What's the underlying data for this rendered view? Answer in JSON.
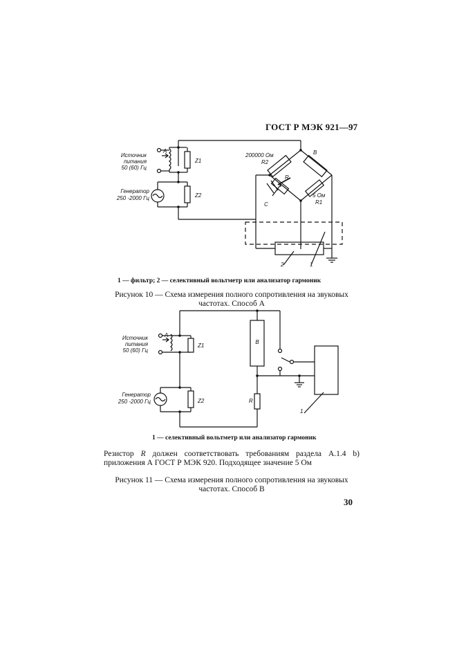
{
  "header": "ГОСТ Р МЭК 921—97",
  "figure10": {
    "source_label": "Источник питания 50 (60) Гц",
    "source_line1": "Источник",
    "source_line2": "питания",
    "source_line3": "50 (60) Гц",
    "tap_label": "A",
    "generator_line1": "Генератор",
    "generator_line2": "250 -2000 Гц",
    "z1": "Z1",
    "z2": "Z2",
    "r2_value": "200000 Ом",
    "r2_name": "R2",
    "b_label": "B",
    "r_label": "R",
    "c_label": "C",
    "r1_value": "5 Ом",
    "r1_name": "R1",
    "mark_1": "1",
    "mark_2": "2",
    "legend": "1 — фильтр; 2 — селективный вольтметр или анализатор гармоник",
    "caption": "Рисунок 10 — Схема измерения полного сопротивления на звуковых частотах. Способ А"
  },
  "figure11": {
    "source_line1": "Источник",
    "source_line2": "питания",
    "source_line3": "50 (60) Гц",
    "tap_label": "A",
    "generator_line1": "Генератор",
    "generator_line2": "250 -2000 Гц",
    "z1": "Z1",
    "z2": "Z2",
    "b_label": "B",
    "r_label": "R",
    "mark_1": "1",
    "legend": "1 — селективный вольтметр или анализатор гармоник",
    "caption": "Рисунок 11 — Схема измерения полного сопротивления на звуковых частотах. Способ В"
  },
  "note_part1": "Резистор ",
  "note_r": "R",
  "note_part2": " должен соответствовать требованиям раздела А.1.4 b) приложения А ГОСТ Р МЭК 920. Подходящее значение 5 Ом",
  "page_number": "30"
}
